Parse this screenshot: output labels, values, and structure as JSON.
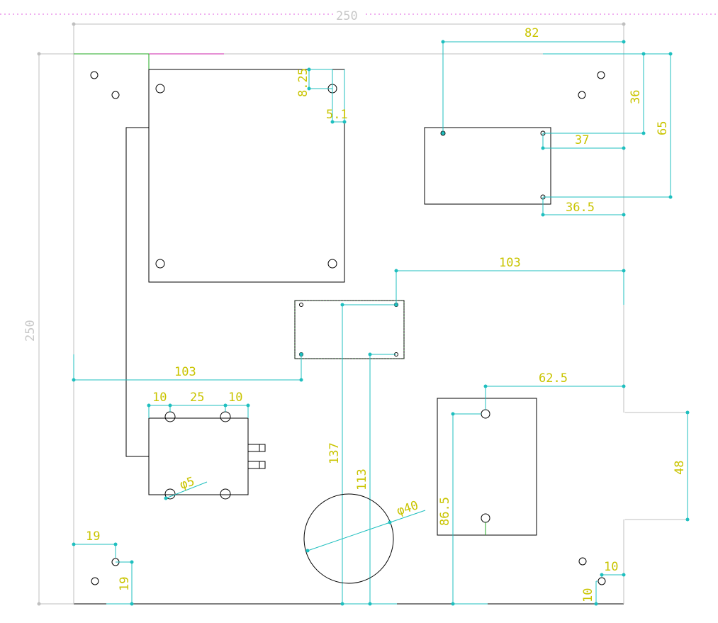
{
  "overall": {
    "width": "250",
    "height": "250"
  },
  "dimensions": {
    "d_82": "82",
    "d_36": "36",
    "d_65": "65",
    "d_37": "37",
    "d_36_5": "36.5",
    "d_8_25": "8.25",
    "d_5_1": "5.1",
    "d_103_top": "103",
    "d_103_left": "103",
    "d_10_a": "10",
    "d_25": "25",
    "d_10_b": "10",
    "d_phi5": "φ5",
    "d_137": "137",
    "d_113": "113",
    "d_phi40": "φ40",
    "d_86_5": "86.5",
    "d_62_5": "62.5",
    "d_48": "48",
    "d_19_h": "19",
    "d_19_v": "19",
    "d_10_h": "10",
    "d_10_v": "10"
  },
  "colors": {
    "outline": "#000000",
    "dimension": "#1fbfbf",
    "text": "#c9c400",
    "overall": "#bfbfbf"
  }
}
